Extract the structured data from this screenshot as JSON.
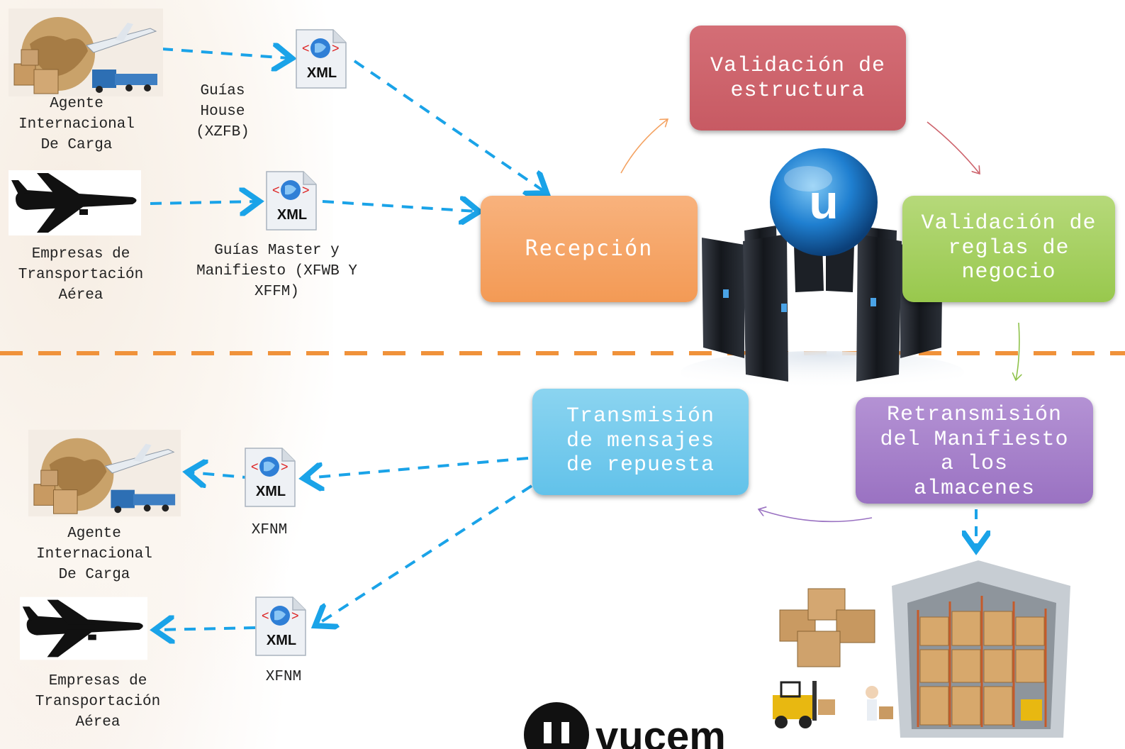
{
  "entities": {
    "top_agent": "Agente\nInternacional\nDe Carga",
    "top_airline": "Empresas de\nTransportación\nAérea",
    "bottom_agent": "Agente\nInternacional\nDe Carga",
    "bottom_airline": "Empresas de\nTransportación\nAérea"
  },
  "documents": {
    "house": "Guías\nHouse\n(XZFB)",
    "master": "Guías Master y\nManifiesto (XFWB Y\nXFFM)",
    "response_1": "XFNM",
    "response_2": "XFNM",
    "xml_badge": "XML"
  },
  "process": {
    "recepcion": "Recepción",
    "validacion_estructura": "Validación de\nestructura",
    "validacion_reglas": "Validación de\nreglas de\nnegocio",
    "retransmision": "Retransmisión\ndel Manifiesto\na los\nalmacenes",
    "transmision": "Transmisión\nde mensajes\nde repuesta"
  },
  "brand": {
    "logo_text": "vucem",
    "server_logo_letter": "u"
  },
  "colors": {
    "arrow_blue": "#1aa3e8",
    "divider_orange": "#f0923a",
    "recepcion": "#f4a261",
    "validacion_estructura": "#cd636c",
    "validacion_reglas": "#a5cf61",
    "transmision": "#74c9ec",
    "retransmision": "#a683cb"
  }
}
